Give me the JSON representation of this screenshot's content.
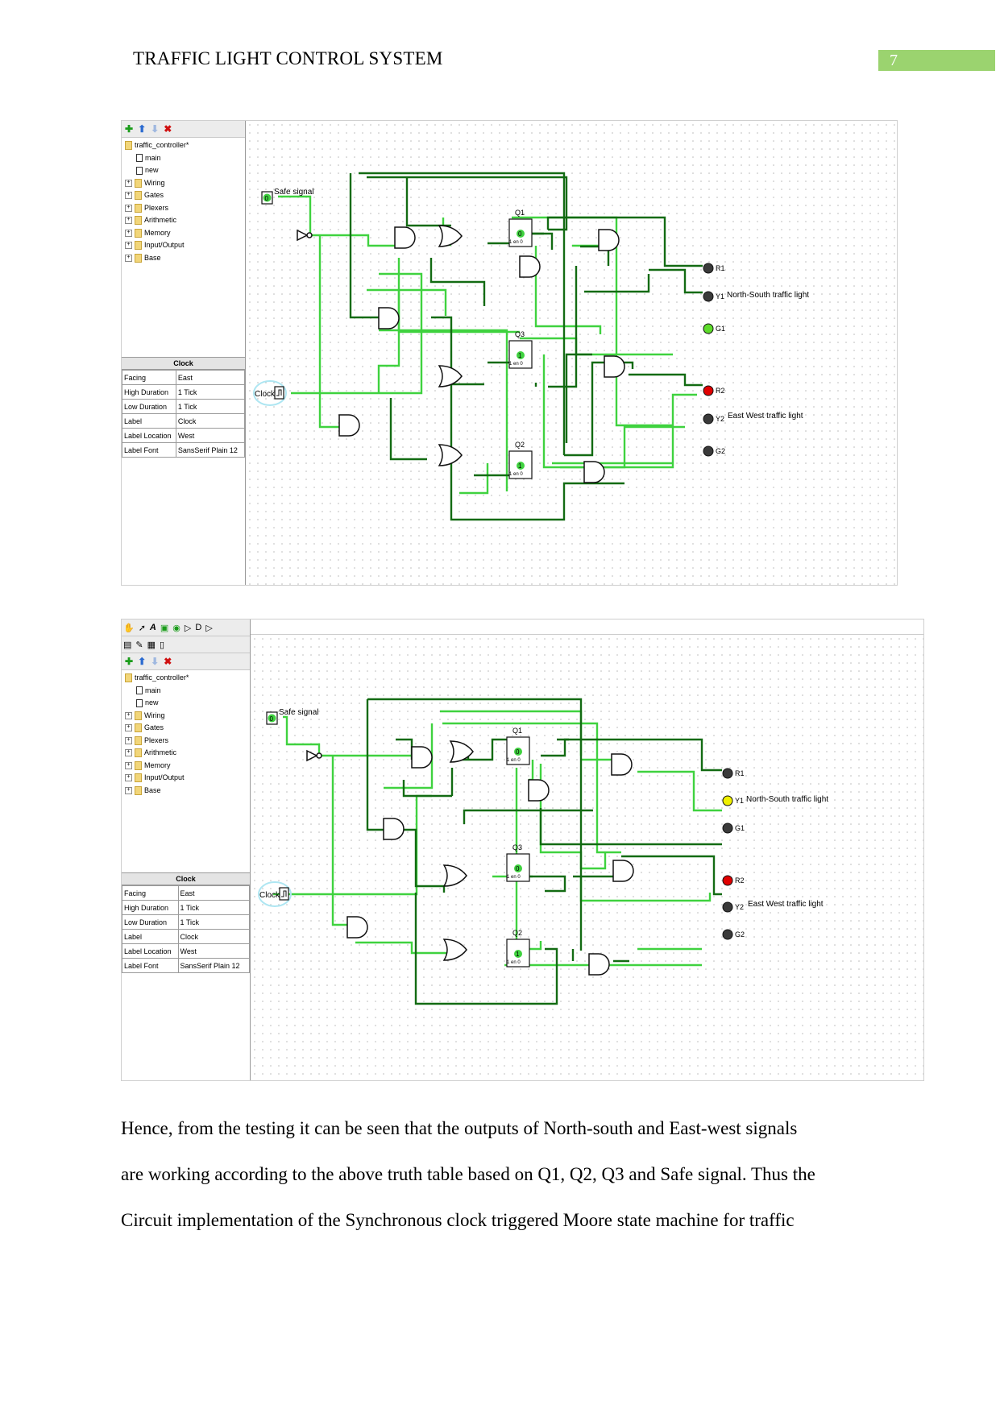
{
  "header": {
    "title": "TRAFFIC LIGHT CONTROL SYSTEM",
    "page_number": "7"
  },
  "panel": {
    "project": "traffic_controller*",
    "items": [
      "main",
      "new"
    ],
    "libraries": [
      "Wiring",
      "Gates",
      "Plexers",
      "Arithmetic",
      "Memory",
      "Input/Output",
      "Base"
    ]
  },
  "props": {
    "title": "Clock",
    "rows": [
      {
        "key": "Facing",
        "value": "East"
      },
      {
        "key": "High Duration",
        "value": "1 Tick"
      },
      {
        "key": "Low Duration",
        "value": "1 Tick"
      },
      {
        "key": "Label",
        "value": "Clock"
      },
      {
        "key": "Label Location",
        "value": "West"
      },
      {
        "key": "Label Font",
        "value": "SansSerif Plain 12"
      }
    ]
  },
  "circuit1": {
    "safe_label": "Safe signal",
    "safe_value": "0",
    "clock_label": "Clock",
    "flipflops": [
      {
        "name": "Q1",
        "value": "0"
      },
      {
        "name": "Q3",
        "value": "1"
      },
      {
        "name": "Q2",
        "value": "1"
      }
    ],
    "ff_sub": "Q",
    "ff_en": "1 en 0",
    "outputs": [
      "R1",
      "Y1",
      "G1",
      "R2",
      "Y2",
      "G2"
    ],
    "ns_label": "North-South traffic light",
    "ew_label": "East West traffic light",
    "lamp_colors": {
      "R1": "#3a3a3a",
      "Y1": "#3a3a3a",
      "G1": "#5ddc2a",
      "R2": "#e00000",
      "Y2": "#3a3a3a",
      "G2": "#3a3a3a"
    }
  },
  "circuit2": {
    "safe_label": "Safe signal",
    "safe_value": "0",
    "clock_label": "Clock",
    "flipflops": [
      {
        "name": "Q1",
        "value": "0"
      },
      {
        "name": "Q3",
        "value": "0"
      },
      {
        "name": "Q2",
        "value": "1"
      }
    ],
    "ff_sub": "Q",
    "ff_en": "1 en 0",
    "outputs": [
      "R1",
      "Y1",
      "G1",
      "R2",
      "Y2",
      "G2"
    ],
    "ns_label": "North-South traffic light",
    "ew_label": "East West traffic light",
    "lamp_colors": {
      "R1": "#3a3a3a",
      "Y1": "#f0f000",
      "G1": "#3a3a3a",
      "R2": "#e00000",
      "Y2": "#3a3a3a",
      "G2": "#3a3a3a"
    }
  },
  "body": {
    "lines": [
      "Hence, from the testing it can be seen that the outputs of North-south and East-west signals",
      "are working according to the above truth table based on Q1, Q2, Q3 and Safe signal. Thus the",
      "Circuit implementation of the Synchronous clock triggered Moore state machine for traffic"
    ]
  }
}
